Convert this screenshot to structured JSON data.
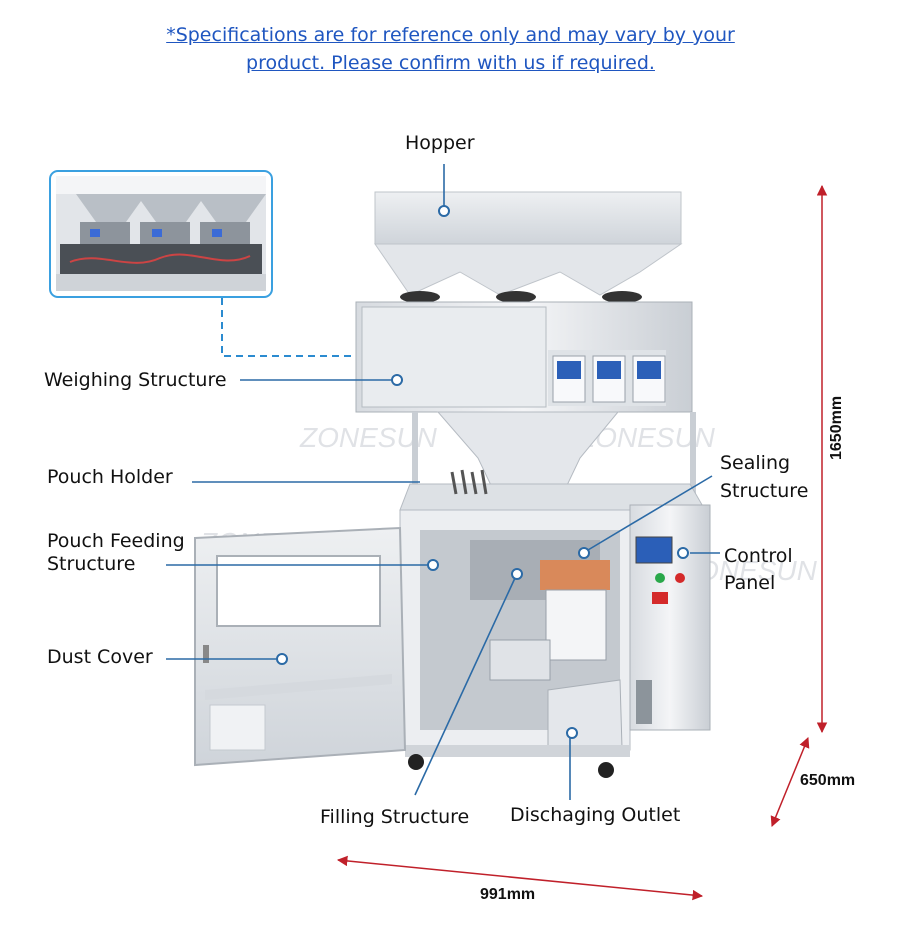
{
  "notice": {
    "line1": "*Specifications are for reference only and may vary by your",
    "line2": "product. Please confirm with us if required."
  },
  "labels": {
    "hopper": "Hopper",
    "weighing": "Weighing Structure",
    "pouch_holder": "Pouch Holder",
    "pouch_feeding_1": "Pouch Feeding",
    "pouch_feeding_2": "Structure",
    "dust_cover": "Dust Cover",
    "sealing_1": "Sealing",
    "sealing_2": "Structure",
    "control_1": "Control",
    "control_2": "Panel",
    "filling": "Filling Structure",
    "discharging": "Dischaging Outlet"
  },
  "dimensions": {
    "height": "1650mm",
    "depth": "650mm",
    "width": "991mm"
  },
  "watermark": "ZONESUN",
  "colors": {
    "notice": "#1f56c0",
    "callout": "#2b6aa6",
    "dimension_arrow": "#c0202a",
    "inset_border": "#3aa0e0"
  }
}
